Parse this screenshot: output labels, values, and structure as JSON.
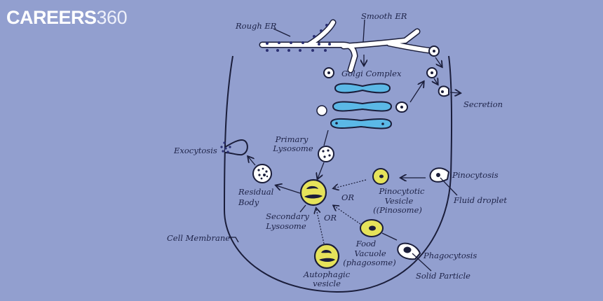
{
  "logo": {
    "brand_bold": "CAREERS",
    "brand_num": "360"
  },
  "diagram": {
    "title": "Lysosome formation and functions",
    "colors": {
      "background": "#929fcf",
      "outline": "#1a1d3a",
      "golgi": "#5bb8e6",
      "lysosome_yellow": "#e6e35a",
      "vesicle_white": "#ffffff",
      "text": "#1e2348"
    },
    "labels": {
      "rough_er": "Rough ER",
      "smooth_er": "Smooth ER",
      "golgi_complex": "Golgi Complex",
      "secretion": "Secretion",
      "exocytosis": "Exocytosis",
      "primary_lysosome_1": "Primary",
      "primary_lysosome_2": "Lysosome",
      "residual_body_1": "Residual",
      "residual_body_2": "Body",
      "secondary_lysosome_1": "Secondary",
      "secondary_lysosome_2": "Lysosome",
      "or_1": "OR",
      "or_2": "OR",
      "pinocytotic_1": "Pinocytotic",
      "pinocytotic_2": "Vesicle",
      "pinocytotic_3": "((Pinosome)",
      "pinocytosis": "Pinocytosis",
      "fluid_droplet": "Fluid droplet",
      "food_vacuole_1": "Food",
      "food_vacuole_2": "Vacuole",
      "food_vacuole_3": "(phagosome)",
      "phagocytosis": "Phagocytosis",
      "solid_particle": "Solid Particle",
      "cell_membrane": "Cell Membrane",
      "autophagic_1": "Autophagic",
      "autophagic_2": "vesicle"
    }
  }
}
